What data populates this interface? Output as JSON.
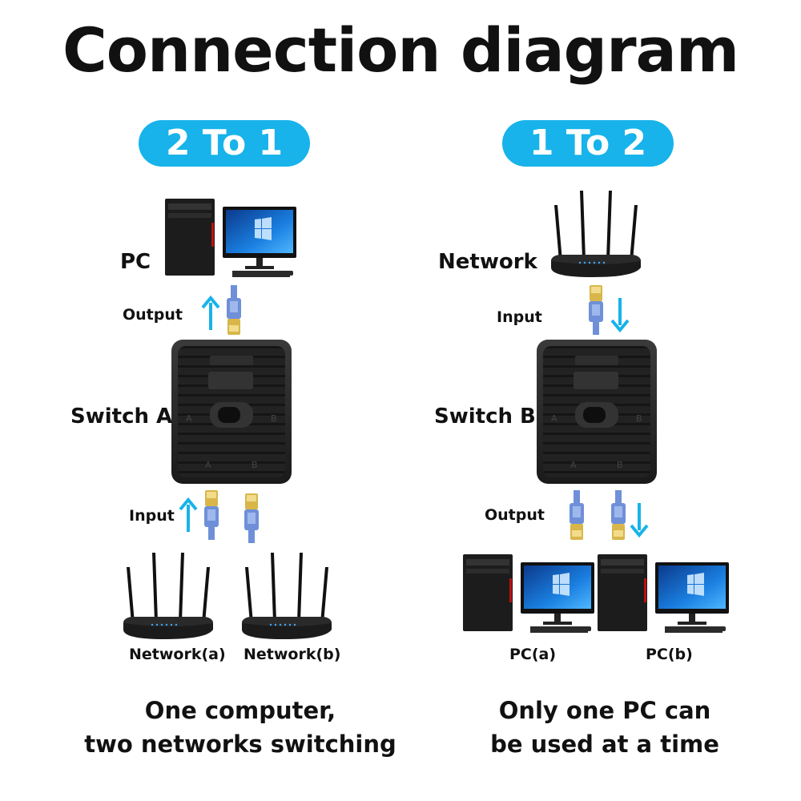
{
  "title": "Connection diagram",
  "accent_color": "#17b3ea",
  "left": {
    "mode": "2 To 1",
    "top_device": "PC",
    "top_port": "Output",
    "switch": "Switch A",
    "bottom_port": "Input",
    "device_a": "Network(a)",
    "device_b": "Network(b)",
    "caption_line1": "One computer,",
    "caption_line2": "two networks switching"
  },
  "right": {
    "mode": "1 To 2",
    "top_device": "Network",
    "top_port": "Input",
    "switch": "Switch B",
    "bottom_port": "Output",
    "device_a": "PC(a)",
    "device_b": "PC(b)",
    "caption_line1": "Only one PC can",
    "caption_line2": "be used at a time"
  }
}
